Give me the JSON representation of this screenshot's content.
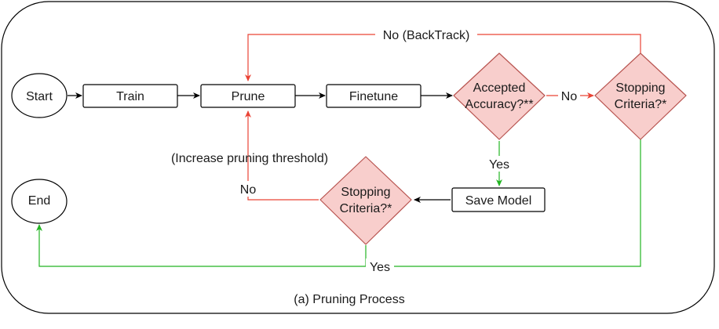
{
  "nodes": {
    "start": "Start",
    "train": "Train",
    "prune": "Prune",
    "finetune": "Finetune",
    "accepted_accuracy": [
      "Accepted",
      "Accuracy?**"
    ],
    "stopping_criteria_right": [
      "Stopping",
      "Criteria?*"
    ],
    "save_model": "Save Model",
    "stopping_criteria_lower": [
      "Stopping",
      "Criteria?*"
    ],
    "end": "End"
  },
  "edge_labels": {
    "backtrack": "No (BackTrack)",
    "no_right": "No",
    "yes_down": "Yes",
    "increase_threshold": "(Increase pruning threshold)",
    "no_lower": "No",
    "yes_bottom": "Yes"
  },
  "caption": "(a) Pruning Process",
  "colors": {
    "diamond_fill": "#f8cecc",
    "diamond_stroke": "#b85450",
    "no_edge": "#ea4335",
    "yes_edge": "#22b522"
  }
}
